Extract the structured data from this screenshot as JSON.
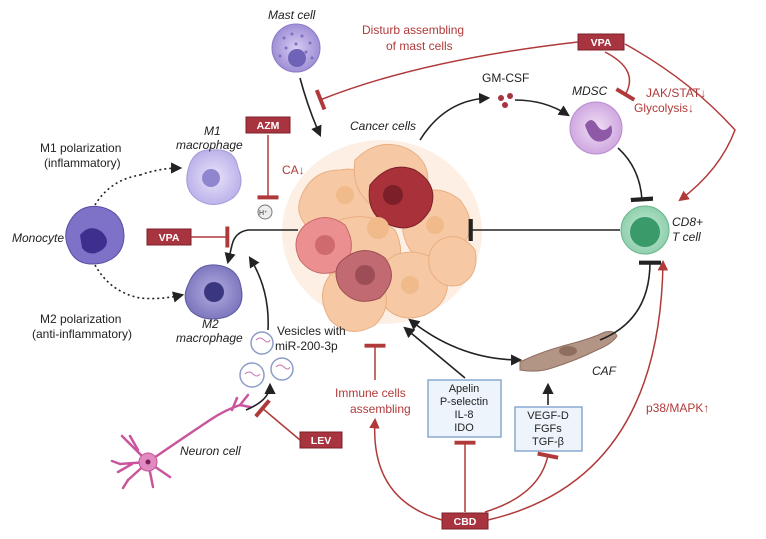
{
  "colors": {
    "inhibit": "#b03a3a",
    "drug_box": "#a8343f",
    "drug_border": "#7c1f29",
    "info_box_border": "#8aa8d0",
    "info_box_fill": "#eef4fc",
    "arrow": "#222222",
    "neuron": "#c9559c"
  },
  "labels": {
    "mast_cell": "Mast cell",
    "cancer_cells": "Cancer cells",
    "gm_csf": "GM-CSF",
    "mdsc": "MDSC",
    "m1_line1": "M1",
    "m1_line2": "macrophage",
    "m2_line1": "M2",
    "m2_line2": "macrophage",
    "monocyte": "Monocyte",
    "m1_pol_line1": "M1 polarization",
    "m1_pol_line2": "(inflammatory)",
    "m2_pol_line1": "M2 polarization",
    "m2_pol_line2": "(anti-inflammatory)",
    "cd8_line1": "CD8+",
    "cd8_line2": "T cell",
    "vesicles_line1": "Vesicles with",
    "vesicles_line2": "miR-200-3p",
    "neuron_cell": "Neuron cell",
    "caf": "CAF",
    "h_plus": "H⁺"
  },
  "red_labels": {
    "disturb_line1": "Disturb assembling",
    "disturb_line2": "of mast cells",
    "jak_stat": "JAK/STAT↓",
    "glycolysis": "Glycolysis↓",
    "ca_down": "CA↓",
    "immune_line1": "Immune cells",
    "immune_line2": "assembling",
    "p38": "p38/MAPK↑"
  },
  "drugs": {
    "vpa_top": "VPA",
    "azm": "AZM",
    "vpa_left": "VPA",
    "lev": "LEV",
    "cbd": "CBD"
  },
  "boxes": {
    "cancer_factors": [
      "Apelin",
      "P-selectin",
      "IL-8",
      "IDO"
    ],
    "caf_factors": [
      "VEGF-D",
      "FGFs",
      "TGF-β"
    ]
  }
}
